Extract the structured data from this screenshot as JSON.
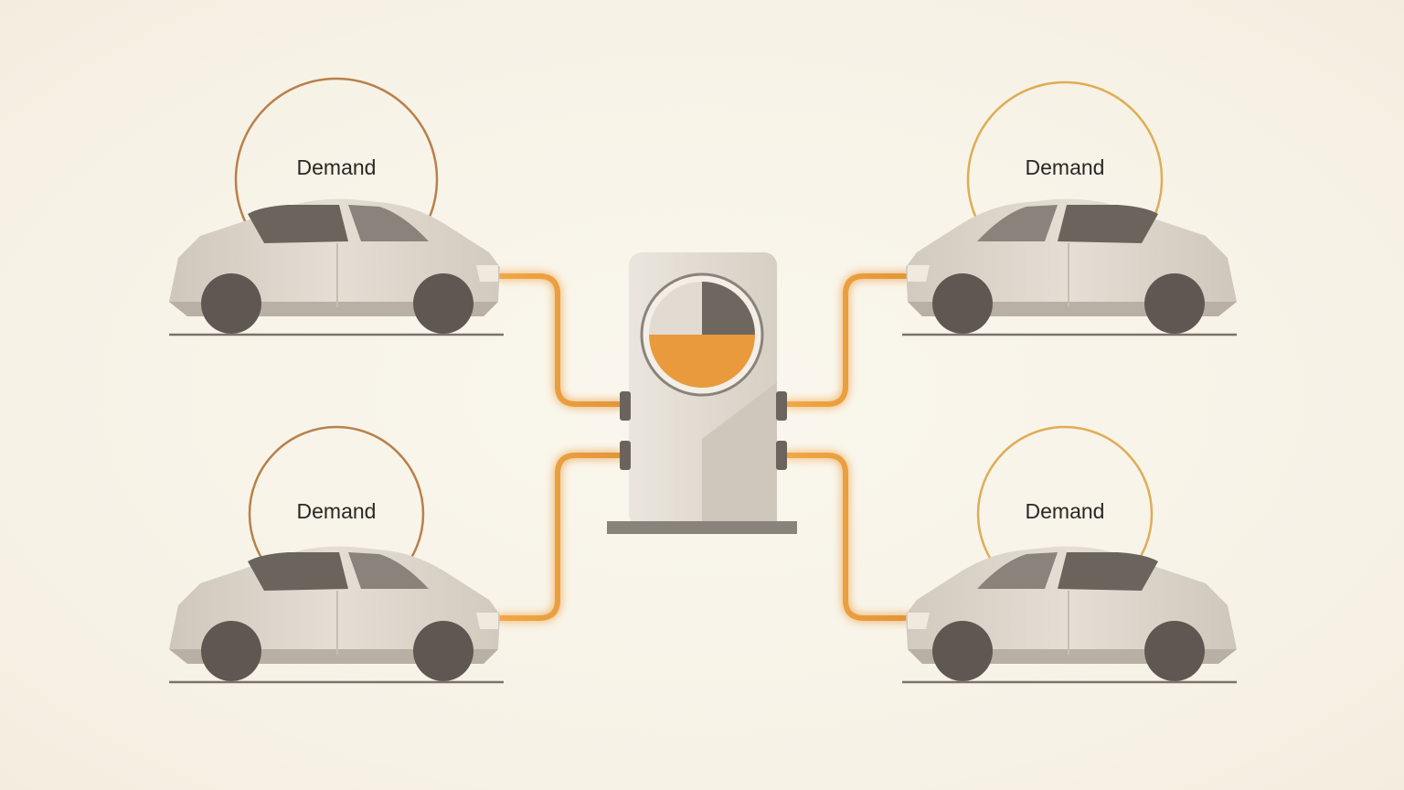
{
  "colors": {
    "background": "#f8f4e9",
    "car_body": "#d9d2c8",
    "car_shadow": "#b9b0a5",
    "window": "#6b645d",
    "wheel": "#5f5852",
    "cable_orange": "#f0a040",
    "ring_brown": "#b9804a",
    "ring_amber": "#e0ac55",
    "station_body": "#dcd5cb",
    "gauge_fill": "#e99a3c",
    "gauge_dark": "#6e6760"
  },
  "station": {
    "icon": "charging-station-icon",
    "gauge": {
      "fill_fraction": 0.5
    }
  },
  "vehicles": [
    {
      "id": "top-left",
      "label": "Demand",
      "icon": "car-icon"
    },
    {
      "id": "top-right",
      "label": "Demand",
      "icon": "car-icon"
    },
    {
      "id": "bottom-left",
      "label": "Demand",
      "icon": "car-icon"
    },
    {
      "id": "bottom-right",
      "label": "Demand",
      "icon": "car-icon"
    }
  ]
}
